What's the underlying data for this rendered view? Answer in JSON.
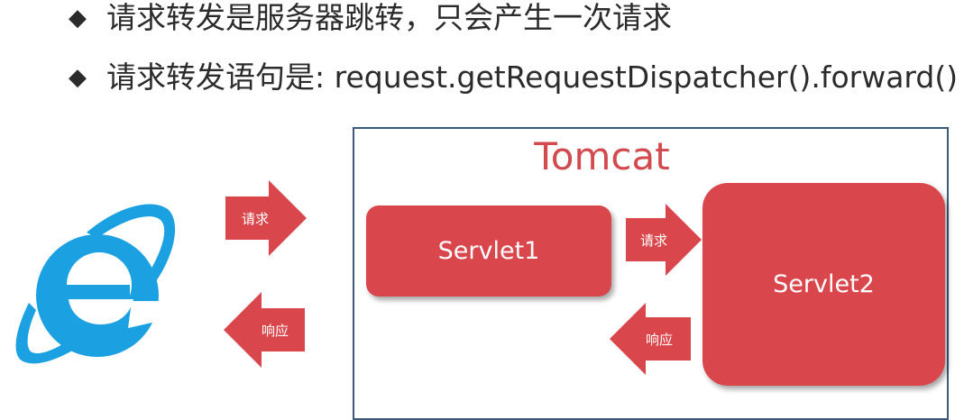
{
  "bullets": [
    {
      "marker": "◆",
      "text": "请求转发是服务器跳转，只会产生一次请求"
    },
    {
      "marker": "◆",
      "text": "请求转发语句是: request.getRequestDispatcher().forward()"
    }
  ],
  "diagram": {
    "client_icon": "internet-explorer-icon",
    "container_title": "Tomcat",
    "servlets": [
      "Servlet1",
      "Servlet2"
    ],
    "arrows": {
      "client_request": "请求",
      "client_response": "响应",
      "servlet_request": "请求",
      "servlet_response": "响应"
    },
    "colors": {
      "accent_red": "#d9474c",
      "title_red": "#d24a4e",
      "ie_blue": "#1ba1e2",
      "box_border": "#3d5a7a"
    }
  }
}
